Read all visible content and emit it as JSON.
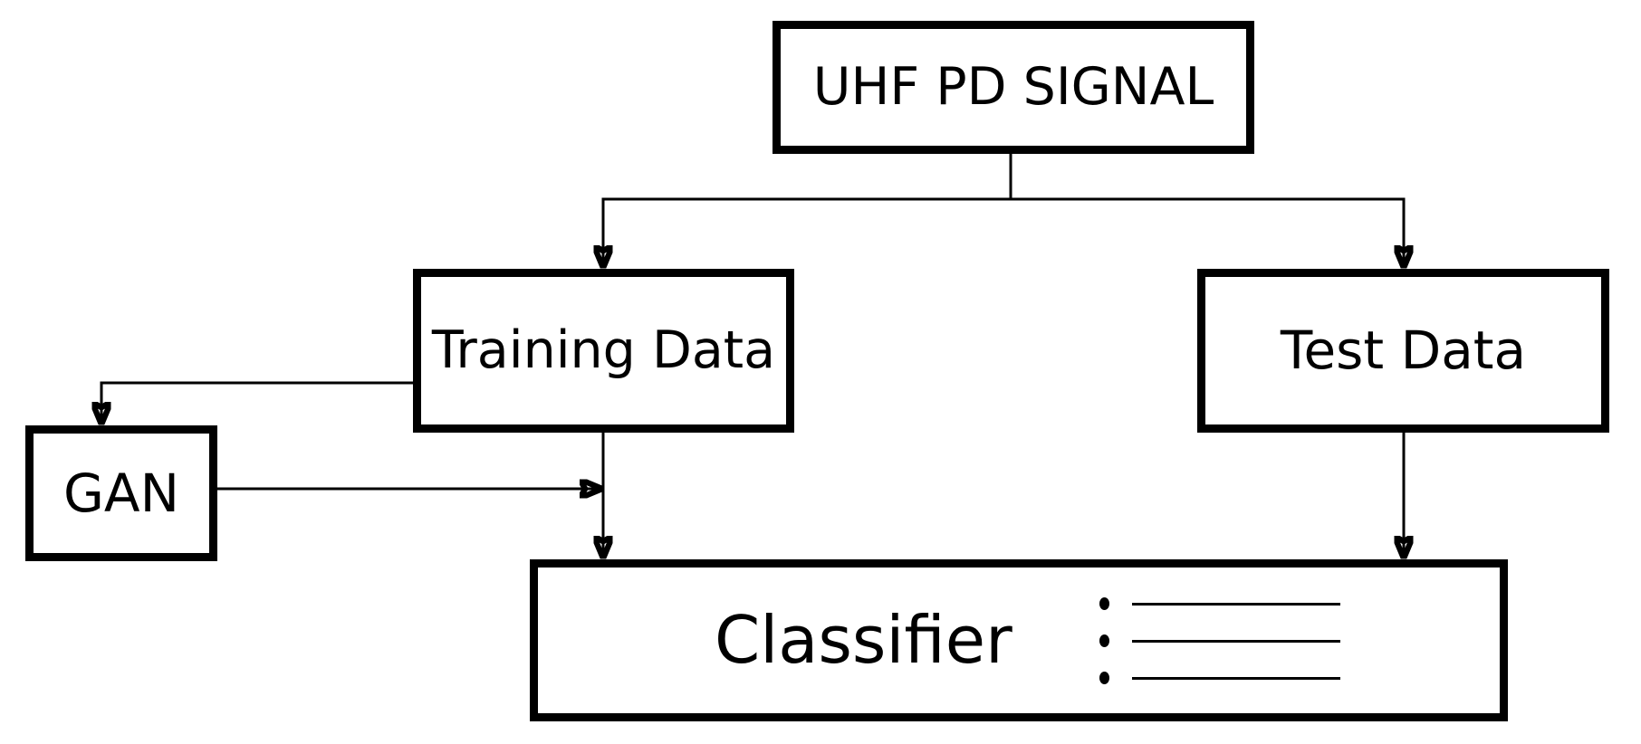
{
  "diagram": {
    "type": "flowchart",
    "background_color": "#ffffff",
    "line_color": "#000000",
    "nodes": {
      "uhf": {
        "label": "UHF PD SIGNAL"
      },
      "training": {
        "label": "Training Data"
      },
      "test": {
        "label": "Test Data"
      },
      "gan": {
        "label": "GAN"
      },
      "classifier": {
        "label": "Classifier"
      }
    },
    "edges": [
      {
        "from": "UHF PD SIGNAL",
        "to": "Training Data",
        "style": "arrow"
      },
      {
        "from": "UHF PD SIGNAL",
        "to": "Test Data",
        "style": "arrow"
      },
      {
        "from": "Training Data",
        "to": "GAN",
        "style": "arrow"
      },
      {
        "from": "GAN",
        "to": "Training Data to Classifier line",
        "style": "arrow"
      },
      {
        "from": "Training Data",
        "to": "Classifier",
        "style": "arrow"
      },
      {
        "from": "Test Data",
        "to": "Classifier",
        "style": "arrow"
      }
    ],
    "classifier_output_list": {
      "rows": 3
    }
  }
}
